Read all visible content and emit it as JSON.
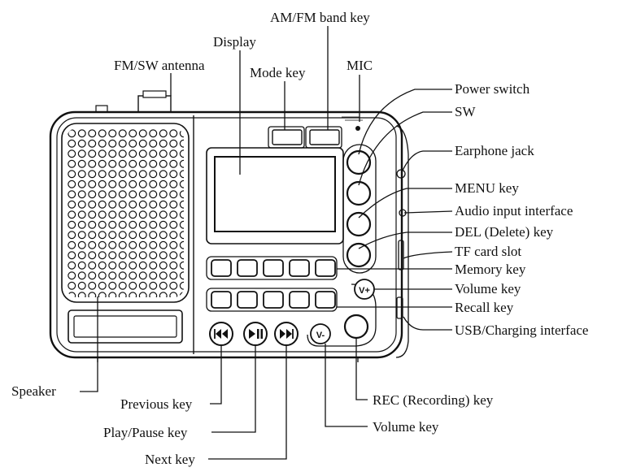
{
  "colors": {
    "ink": "#111111",
    "background": "#ffffff"
  },
  "labels": {
    "am_fm_band_key": "AM/FM band key",
    "display": "Display",
    "fm_sw_antenna": "FM/SW antenna",
    "mode_key": "Mode key",
    "mic": "MIC",
    "power_switch": "Power switch",
    "sw": "SW",
    "earphone_jack": "Earphone jack",
    "menu_key": "MENU key",
    "audio_input_interface": "Audio input interface",
    "del_key": "DEL (Delete) key",
    "tf_card_slot": "TF card slot",
    "memory_key": "Memory key",
    "volume_key_plus": "Volume key",
    "recall_key": "Recall key",
    "usb_charging_interface": "USB/Charging interface",
    "speaker": "Speaker",
    "previous_key": "Previous key",
    "play_pause_key": "Play/Pause key",
    "next_key": "Next key",
    "rec_key": "REC (Recording) key",
    "volume_key_minus": "Volume key"
  },
  "button_marks": {
    "vol_plus": "V+",
    "vol_minus": "V-"
  },
  "icons": {
    "previous": "skip-previous-icon",
    "play_pause": "play-pause-icon",
    "next": "skip-next-icon"
  }
}
